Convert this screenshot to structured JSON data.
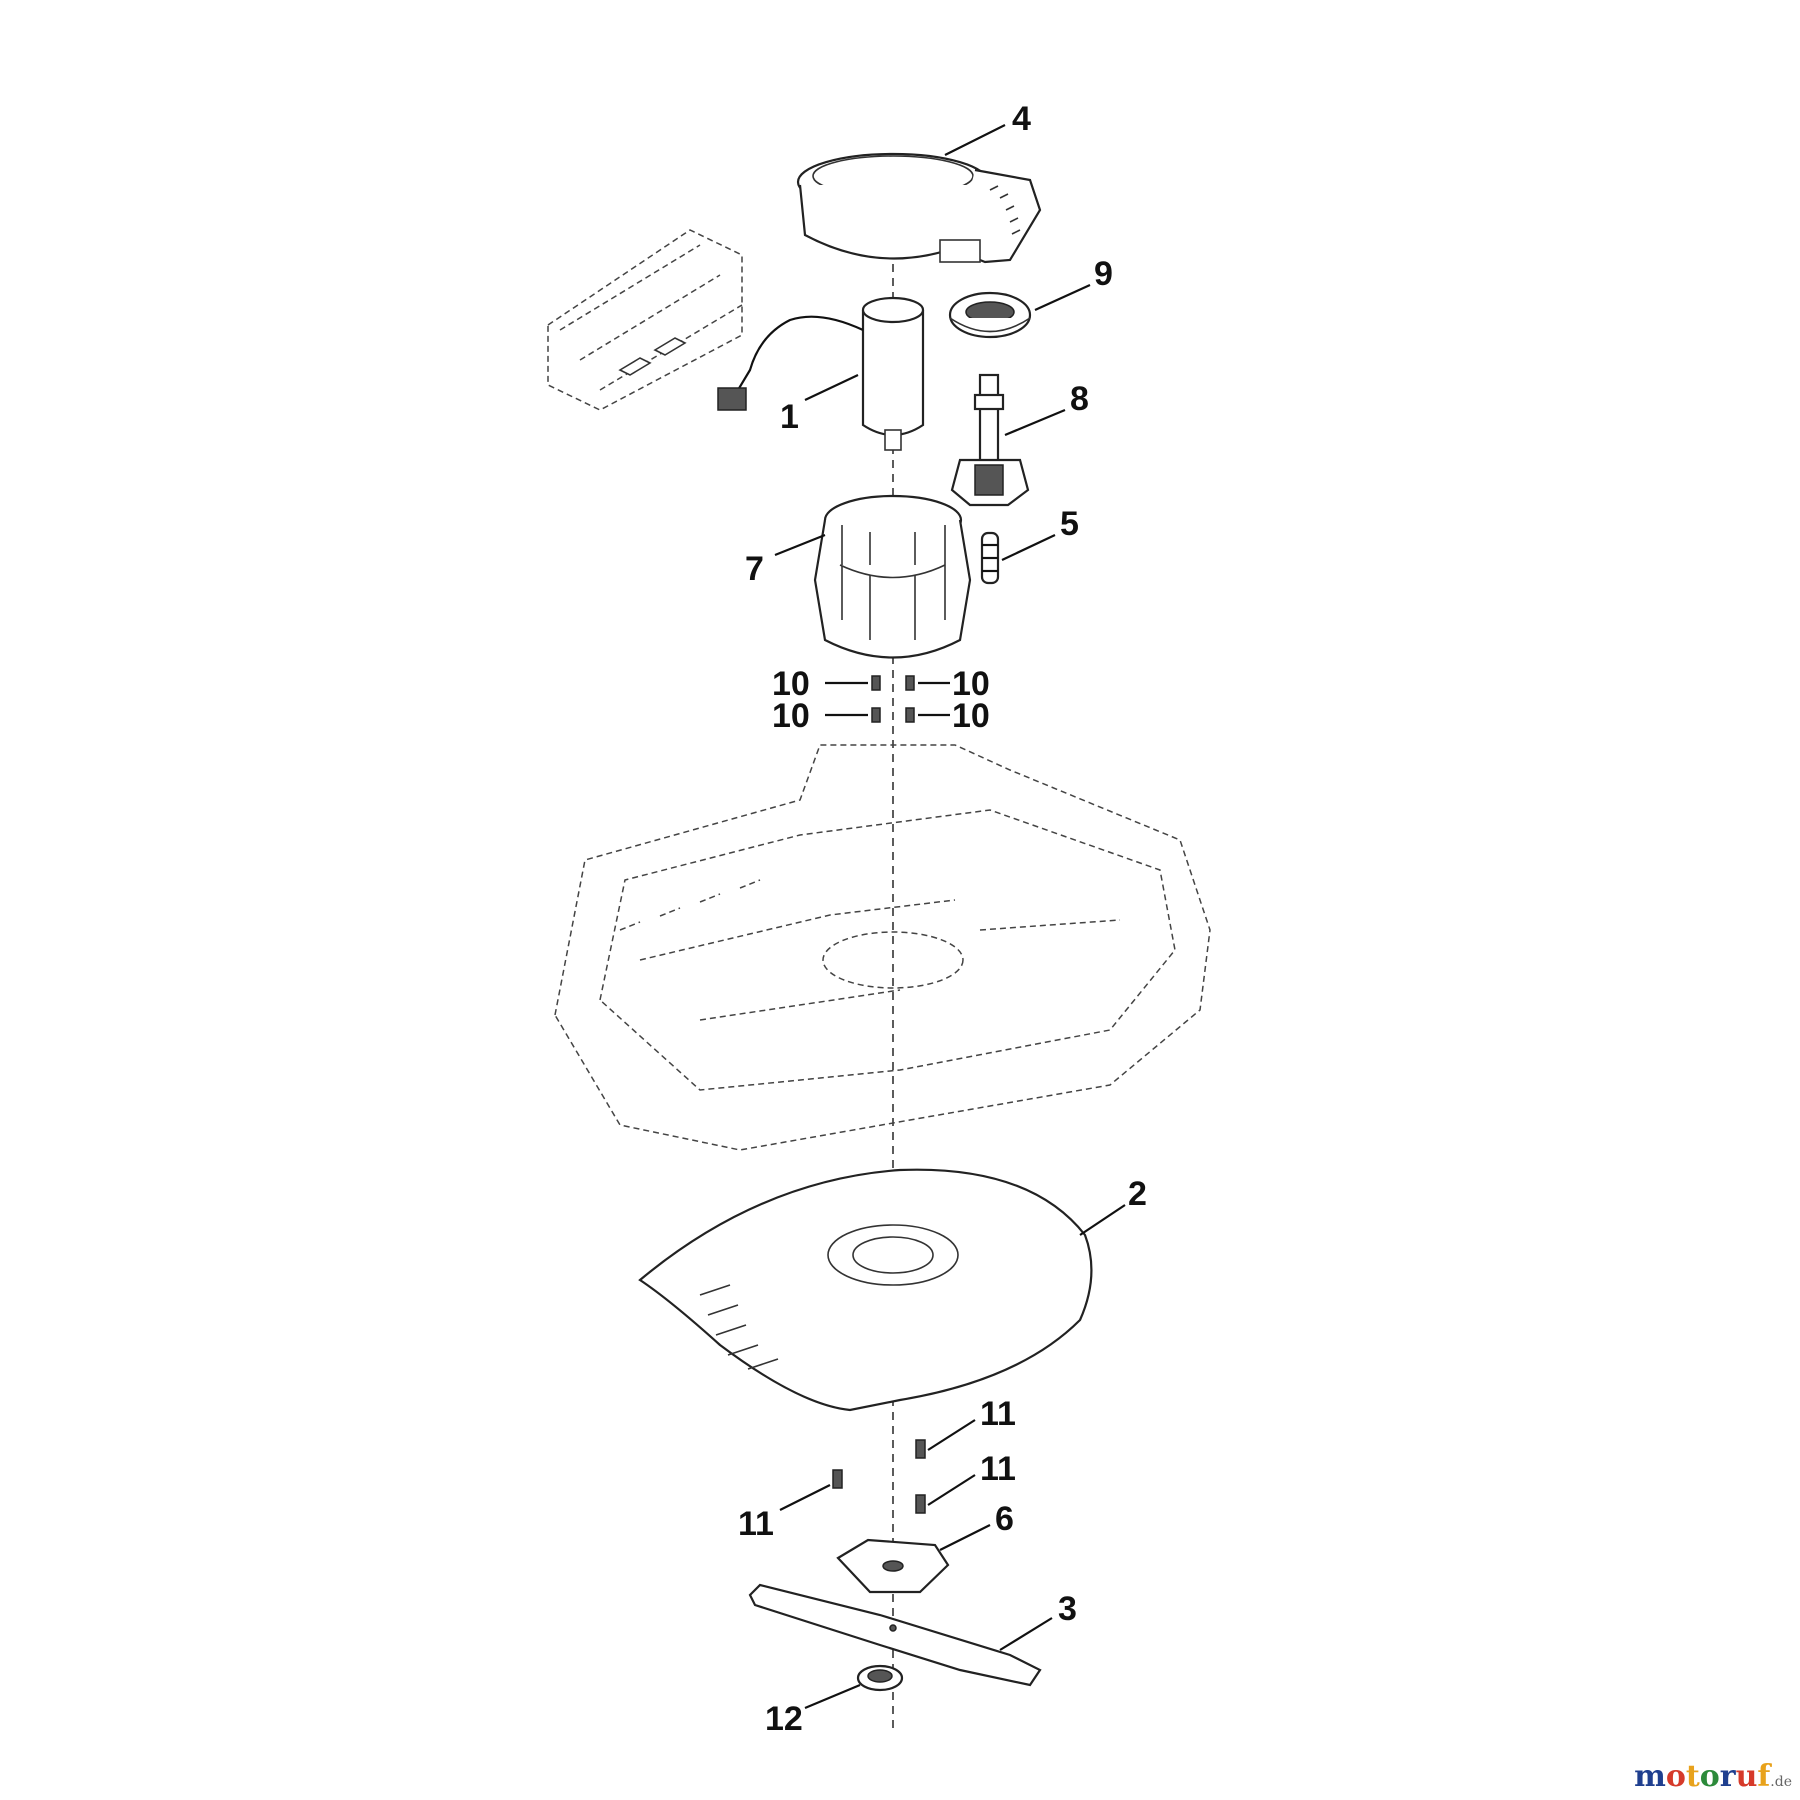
{
  "callouts": [
    {
      "label": "4"
    },
    {
      "label": "9"
    },
    {
      "label": "8"
    },
    {
      "label": "1"
    },
    {
      "label": "5"
    },
    {
      "label": "7"
    },
    {
      "label": "10"
    },
    {
      "label": "10"
    },
    {
      "label": "10"
    },
    {
      "label": "10"
    },
    {
      "label": "2"
    },
    {
      "label": "11"
    },
    {
      "label": "11"
    },
    {
      "label": "11"
    },
    {
      "label": "6"
    },
    {
      "label": "3"
    },
    {
      "label": "12"
    }
  ],
  "watermark": {
    "brand": "motoruf",
    "suffix": ".de",
    "colors": [
      "#1f3f8f",
      "#d63a2a",
      "#e8a21c",
      "#2c8a3a"
    ]
  }
}
